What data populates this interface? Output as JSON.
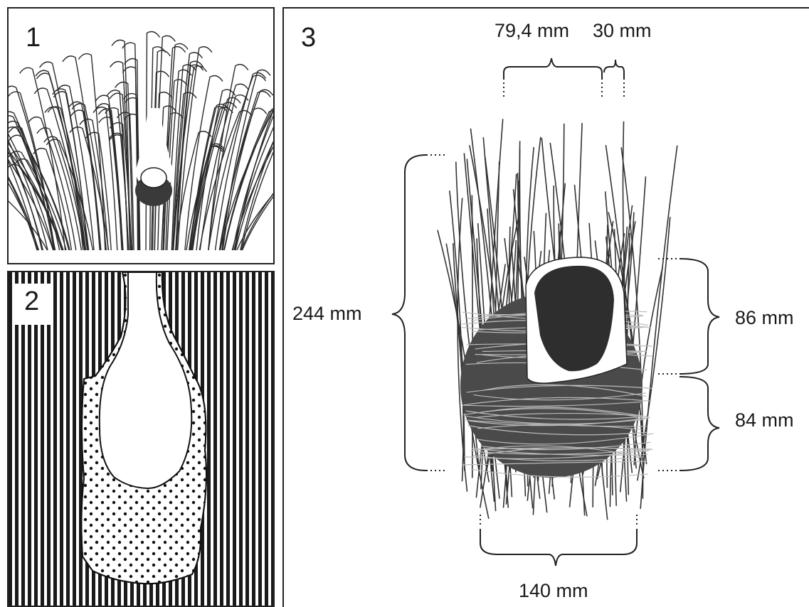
{
  "panels": [
    {
      "label": "1"
    },
    {
      "label": "2"
    },
    {
      "label": "3"
    }
  ],
  "dimensions": {
    "top_left": "79,4 mm",
    "top_right": "30 mm",
    "height_total": "244 mm",
    "upper_right": "86 mm",
    "lower_right": "84 mm",
    "bottom": "140 mm"
  }
}
